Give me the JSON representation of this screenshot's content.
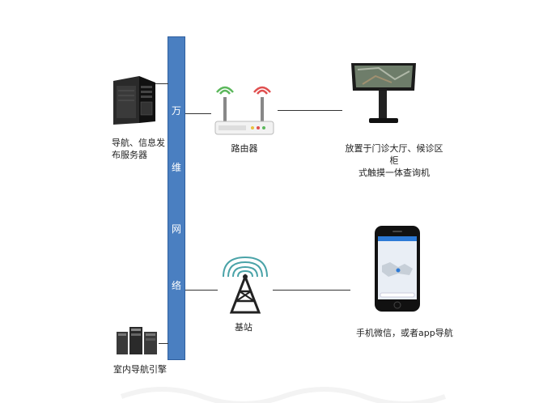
{
  "network": {
    "chars": [
      "万",
      "维",
      "网",
      "络"
    ]
  },
  "nodes": {
    "server_label": "导航、信息发布服务器",
    "server_label_line1": "导航、信息发",
    "server_label_line2": "布服务器",
    "router_label": "路由器",
    "kiosk_label_line1": "放置于门诊大厅、候诊区柜",
    "kiosk_label_line2": "式触摸一体查询机",
    "base_station_label": "基站",
    "phone_label": "手机微信，或者app导航",
    "engine_label": "室内导航引擎"
  },
  "colors": {
    "network_bar": "#4a7fc1",
    "wifi_green": "#5cb85c",
    "wifi_red": "#e05050",
    "signal_teal": "#4aa3a8"
  }
}
